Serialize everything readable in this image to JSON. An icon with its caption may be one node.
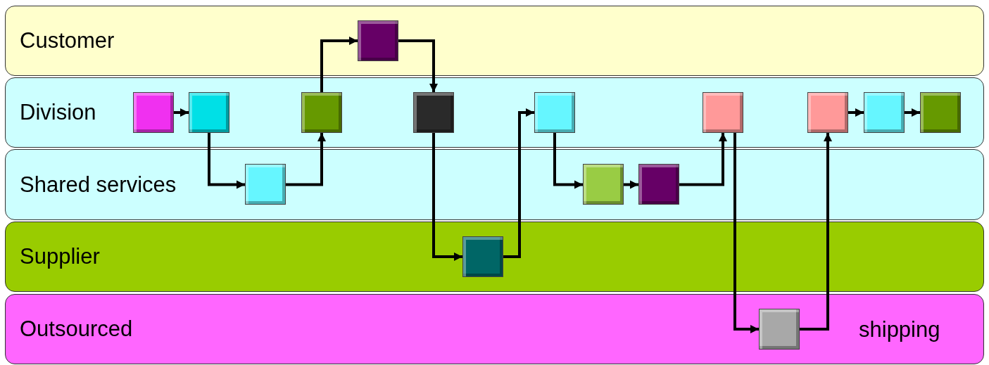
{
  "diagram": {
    "nodes": [
      {
        "text": [
          "Customer"
        ]
      },
      {
        "text": [
          "Division"
        ]
      },
      {
        "text": [
          "Shared services"
        ]
      },
      {
        "text": [
          "Supplier"
        ]
      },
      {
        "text": [
          "Outsourced"
        ]
      },
      {
        "text": [],
        "shape": "box",
        "in": 1
      },
      {
        "text": [],
        "shape": "box",
        "in": 1
      },
      {
        "text": [],
        "shape": "box",
        "in": 2
      },
      {
        "text": [],
        "shape": "box",
        "in": 1
      },
      {
        "text": [],
        "shape": "box",
        "in": 0
      },
      {
        "text": [],
        "shape": "box",
        "in": 1
      },
      {
        "text": [],
        "shape": "box",
        "in": 3
      },
      {
        "text": [],
        "shape": "box",
        "in": 1
      },
      {
        "text": [],
        "shape": "box",
        "in": 2
      },
      {
        "text": [],
        "shape": "box",
        "in": 2
      },
      {
        "text": [],
        "shape": "box",
        "in": 1
      },
      {
        "text": [],
        "shape": "box",
        "in": 4
      },
      {
        "text": [],
        "shape": "box",
        "in": 1
      },
      {
        "text": [],
        "shape": "box",
        "in": 1
      },
      {
        "text": [],
        "shape": "box",
        "in": 1
      }
    ],
    "edges": [
      {
        "from": 5,
        "to": 6,
        "arrow": "to"
      },
      {
        "from": 6,
        "to": 7,
        "arrow": "to"
      },
      {
        "from": 7,
        "to": 8,
        "arrow": "to"
      },
      {
        "from": 8,
        "to": 9,
        "arrow": "to"
      },
      {
        "from": 9,
        "to": 10,
        "arrow": "to"
      },
      {
        "from": 10,
        "to": 11,
        "arrow": "to"
      },
      {
        "from": 11,
        "to": 12,
        "arrow": "to"
      },
      {
        "from": 12,
        "to": 13,
        "arrow": "to"
      },
      {
        "from": 13,
        "to": 14,
        "arrow": "to"
      },
      {
        "from": 14,
        "to": 15,
        "arrow": "to"
      },
      {
        "from": 15,
        "to": 16,
        "arrow": "to"
      },
      {
        "from": 16,
        "to": 17,
        "arrow": "to"
      },
      {
        "from": 17,
        "to": 18,
        "arrow": "to"
      },
      {
        "from": 18,
        "to": 19,
        "arrow": "to"
      }
    ],
    "labels": [
      "shipping"
    ]
  }
}
